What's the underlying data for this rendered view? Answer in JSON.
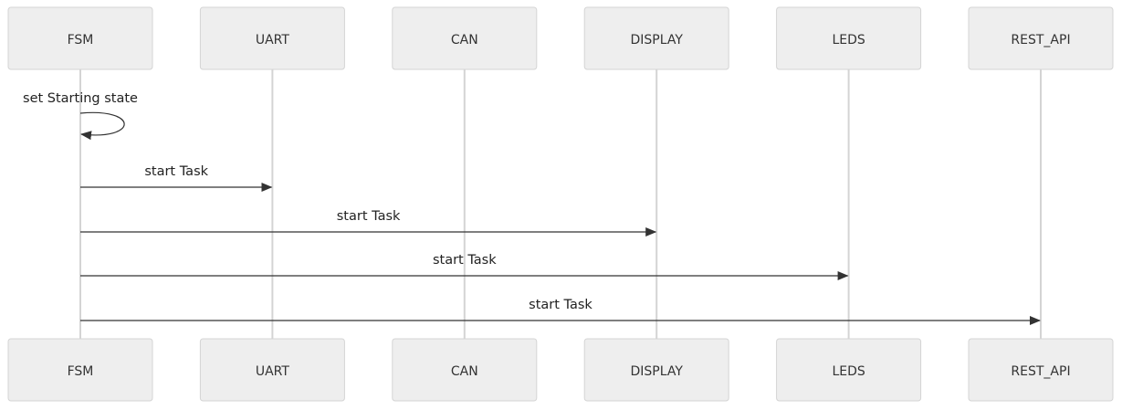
{
  "diagram": {
    "participants": [
      {
        "id": "fsm",
        "label": "FSM"
      },
      {
        "id": "uart",
        "label": "UART"
      },
      {
        "id": "can",
        "label": "CAN"
      },
      {
        "id": "display",
        "label": "DISPLAY"
      },
      {
        "id": "leds",
        "label": "LEDS"
      },
      {
        "id": "rest_api",
        "label": "REST_API"
      }
    ],
    "messages": [
      {
        "from": "fsm",
        "to": "fsm",
        "label": "set Starting state"
      },
      {
        "from": "fsm",
        "to": "uart",
        "label": "start Task"
      },
      {
        "from": "fsm",
        "to": "display",
        "label": "start Task"
      },
      {
        "from": "fsm",
        "to": "leds",
        "label": "start Task"
      },
      {
        "from": "fsm",
        "to": "rest_api",
        "label": "start Task"
      }
    ],
    "colors": {
      "actor_fill": "#eeeeee",
      "actor_border": "#d4d4d4",
      "lifeline": "#d4d4d4",
      "message_line": "#333333",
      "text": "#333333"
    }
  }
}
